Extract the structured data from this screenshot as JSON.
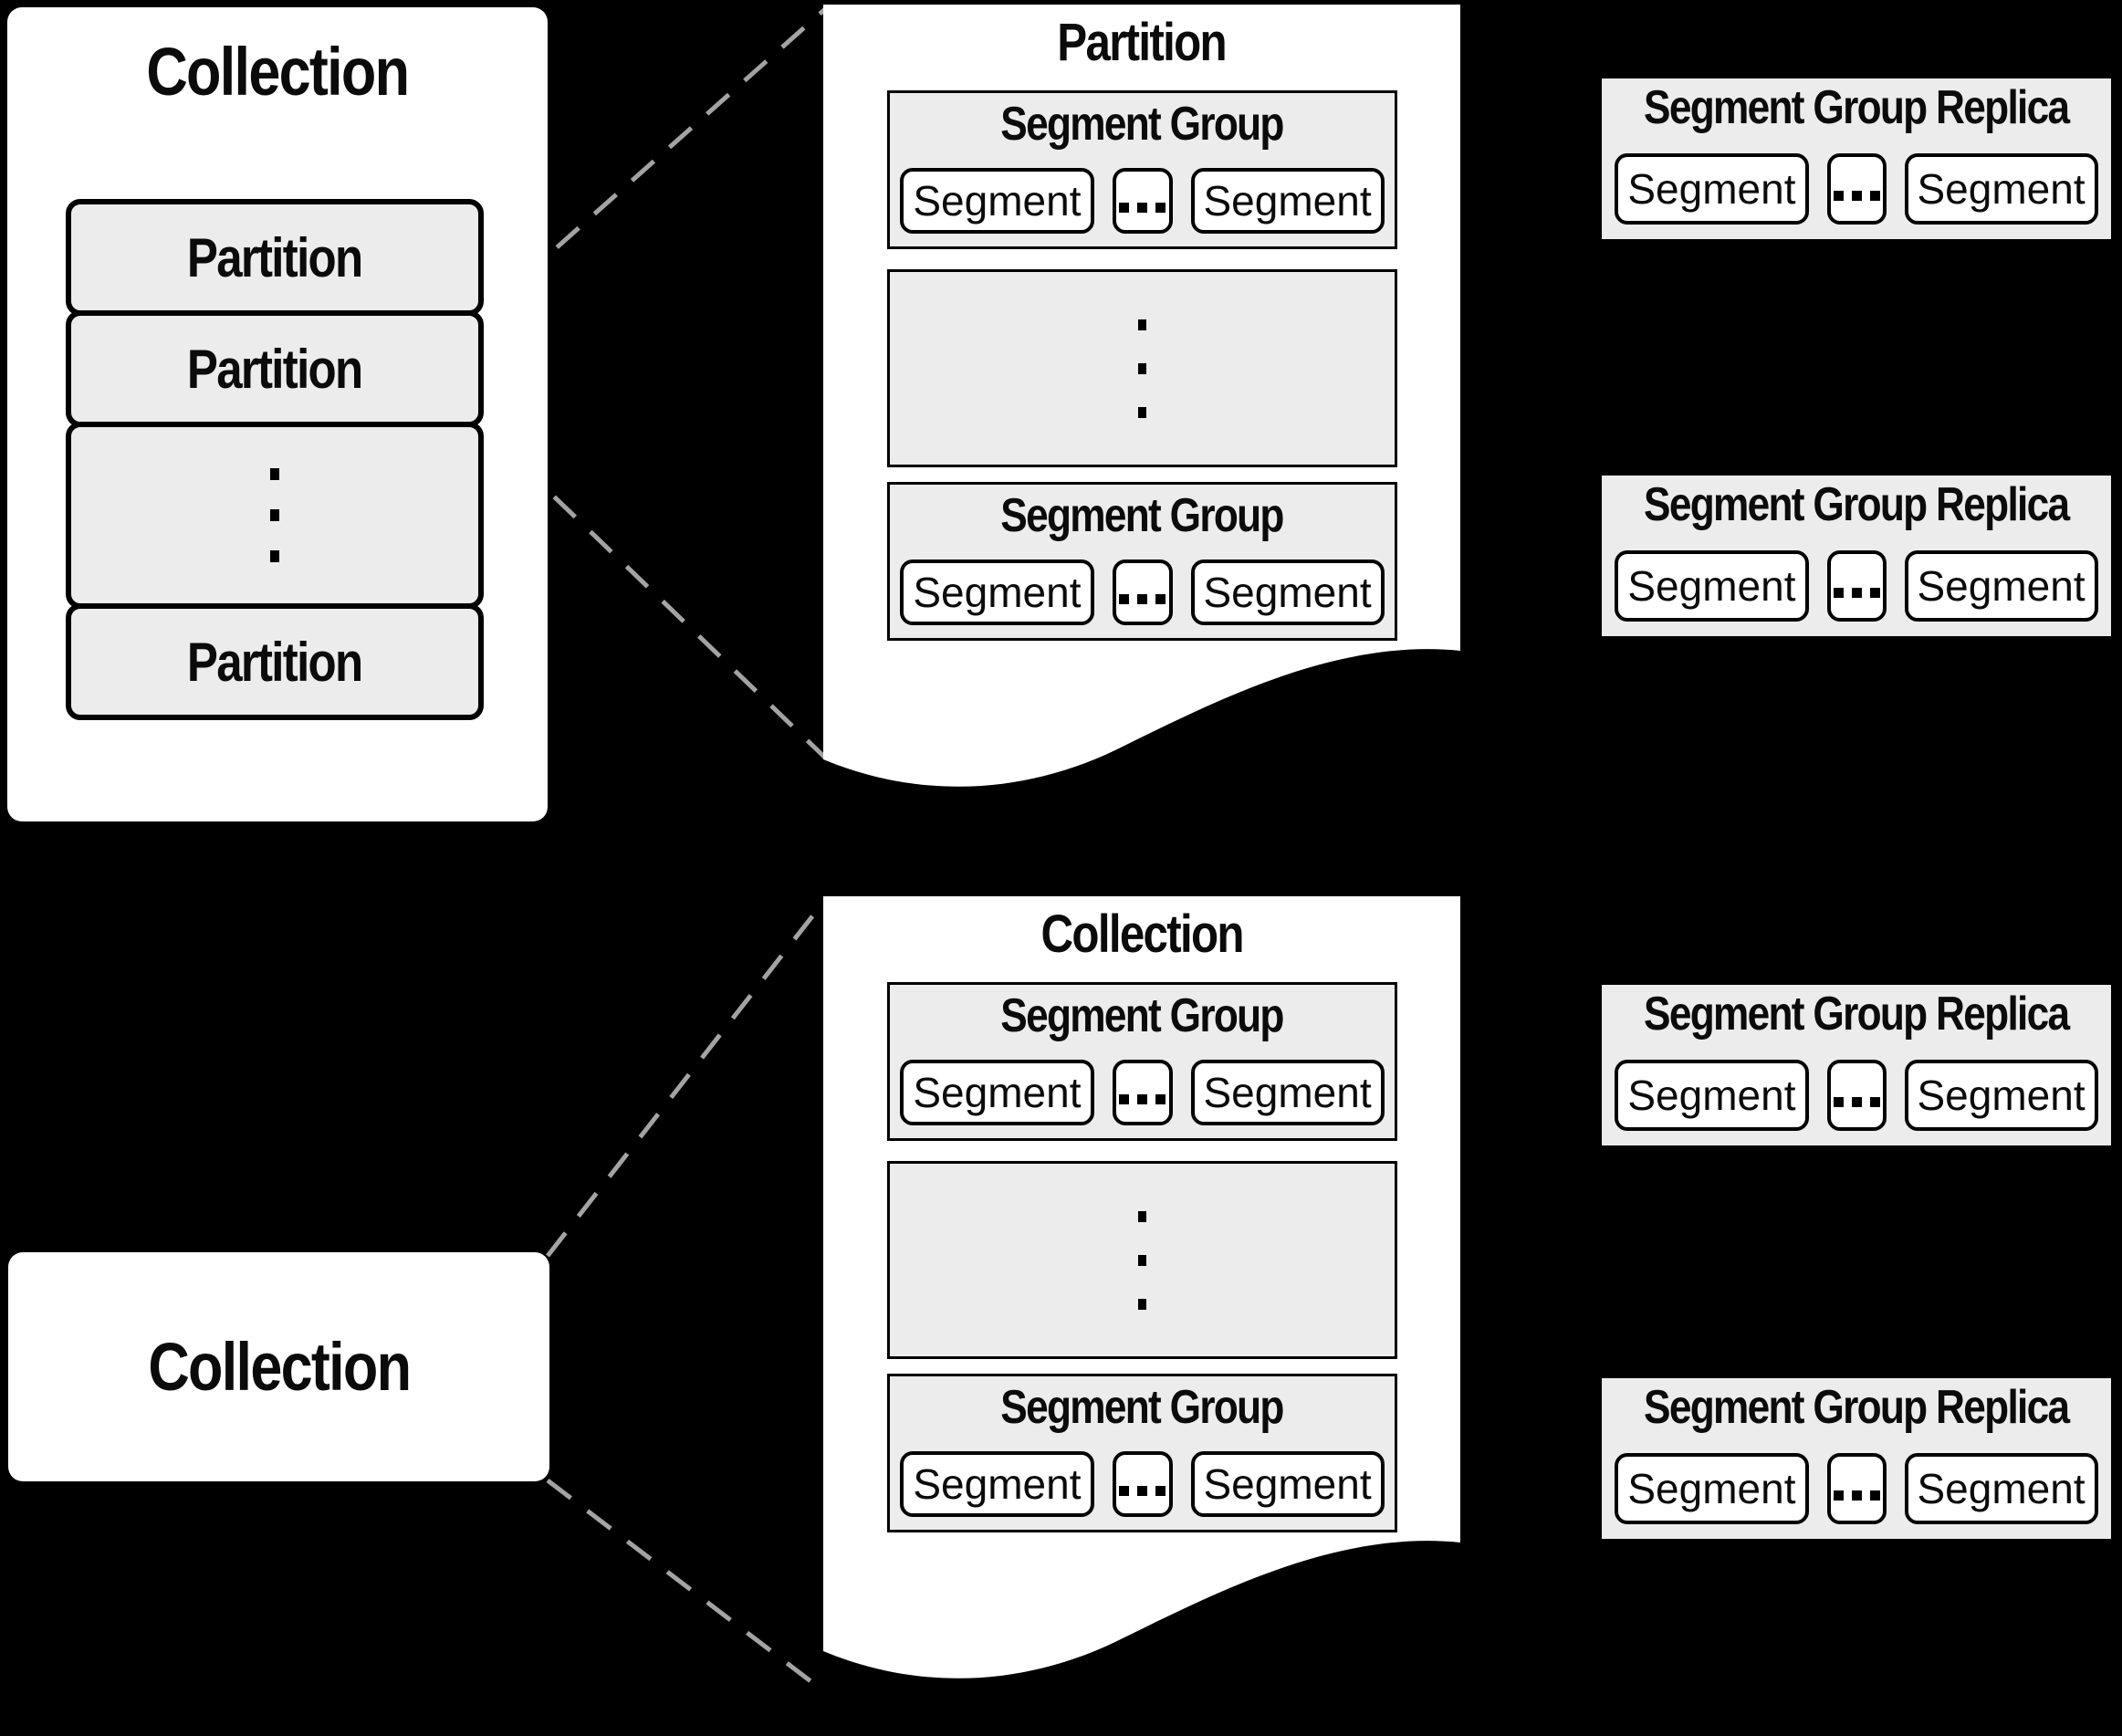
{
  "colors": {
    "background": "#000000",
    "panel_fill": "#ffffff",
    "box_fill": "#ececec",
    "border": "#000000",
    "dashed_line": "#a3a3a3"
  },
  "left_top_collection": {
    "title": "Collection",
    "partition_labels": [
      "Partition",
      "Partition",
      "Partition"
    ],
    "vertical_ellipsis": "⋮"
  },
  "partition_detail_panel": {
    "title": "Partition",
    "vertical_ellipsis": "⋮",
    "segment_group_top": {
      "title": "Segment Group",
      "segment_left": "Segment",
      "ellipsis": "...",
      "segment_right": "Segment"
    },
    "segment_group_bottom": {
      "title": "Segment Group",
      "segment_left": "Segment",
      "ellipsis": "...",
      "segment_right": "Segment"
    }
  },
  "left_bottom_collection": {
    "title": "Collection"
  },
  "collection_detail_panel": {
    "title": "Collection",
    "vertical_ellipsis": "⋮",
    "segment_group_top": {
      "title": "Segment Group",
      "segment_left": "Segment",
      "ellipsis": "...",
      "segment_right": "Segment"
    },
    "segment_group_bottom": {
      "title": "Segment Group",
      "segment_left": "Segment",
      "ellipsis": "...",
      "segment_right": "Segment"
    }
  },
  "segment_group_replicas": [
    {
      "title": "Segment Group Replica",
      "segment_left": "Segment",
      "ellipsis": "...",
      "segment_right": "Segment"
    },
    {
      "title": "Segment Group Replica",
      "segment_left": "Segment",
      "ellipsis": "...",
      "segment_right": "Segment"
    },
    {
      "title": "Segment Group Replica",
      "segment_left": "Segment",
      "ellipsis": "...",
      "segment_right": "Segment"
    },
    {
      "title": "Segment Group Replica",
      "segment_left": "Segment",
      "ellipsis": "...",
      "segment_right": "Segment"
    }
  ]
}
